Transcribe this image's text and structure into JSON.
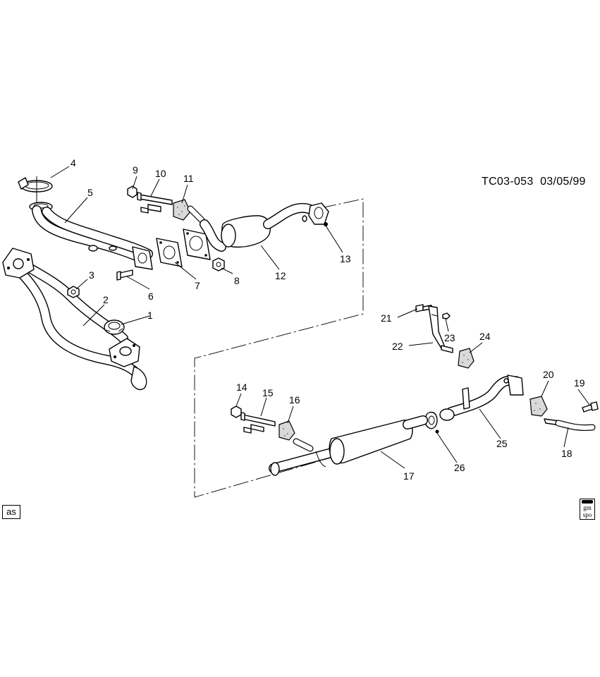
{
  "document_code": "TC03-053",
  "document_date": "03/05/99",
  "corner_label": "as",
  "logo_text": "gm spo",
  "callouts": [
    "1",
    "2",
    "3",
    "4",
    "5",
    "6",
    "7",
    "8",
    "9",
    "10",
    "11",
    "12",
    "13",
    "14",
    "15",
    "16",
    "17",
    "18",
    "19",
    "20",
    "21",
    "22",
    "23",
    "24",
    "25",
    "26"
  ]
}
